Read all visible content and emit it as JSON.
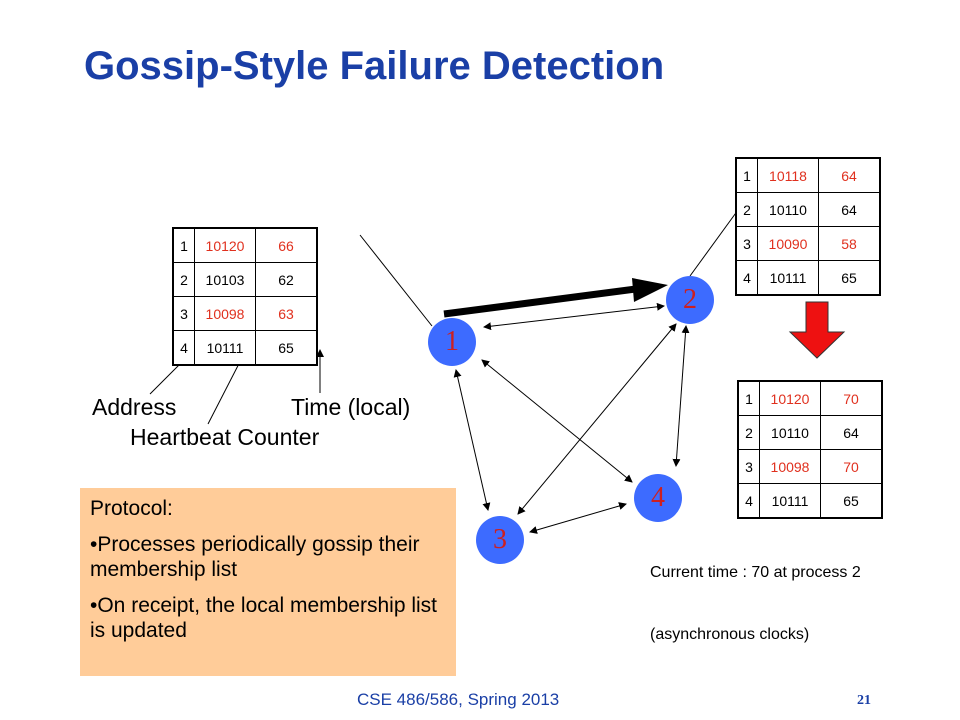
{
  "title": "Gossip-Style Failure Detection",
  "table_left": {
    "rows": [
      {
        "addr": "1",
        "hb": "10120",
        "time": "66",
        "red": true
      },
      {
        "addr": "2",
        "hb": "10103",
        "time": "62",
        "red": false
      },
      {
        "addr": "3",
        "hb": "10098",
        "time": "63",
        "red": true
      },
      {
        "addr": "4",
        "hb": "10111",
        "time": "65",
        "red": false
      }
    ]
  },
  "table_top_right": {
    "rows": [
      {
        "addr": "1",
        "hb": "10118",
        "time": "64",
        "red": true
      },
      {
        "addr": "2",
        "hb": "10110",
        "time": "64",
        "red": false
      },
      {
        "addr": "3",
        "hb": "10090",
        "time": "58",
        "red": true
      },
      {
        "addr": "4",
        "hb": "10111",
        "time": "65",
        "red": false
      }
    ]
  },
  "table_bottom_right": {
    "rows": [
      {
        "addr": "1",
        "hb": "10120",
        "time": "70",
        "red": true
      },
      {
        "addr": "2",
        "hb": "10110",
        "time": "64",
        "red": false
      },
      {
        "addr": "3",
        "hb": "10098",
        "time": "70",
        "red": true
      },
      {
        "addr": "4",
        "hb": "10111",
        "time": "65",
        "red": false
      }
    ]
  },
  "labels": {
    "address": "Address",
    "time_local": "Time (local)",
    "heartbeat_counter": "Heartbeat Counter"
  },
  "protocol": {
    "heading": "Protocol:",
    "bullet1": "•Processes periodically gossip their membership list",
    "bullet2": "•On receipt, the local membership list is updated"
  },
  "nodes": {
    "n1": "1",
    "n2": "2",
    "n3": "3",
    "n4": "4"
  },
  "note": {
    "current_time": "Current time : 70 at process 2",
    "async": "(asynchronous clocks)"
  },
  "footer": "CSE 486/586, Spring 2013",
  "page_number": "21",
  "colors": {
    "title": "#1a3fa6",
    "node_fill": "#3d6bff",
    "node_text": "#cc2020",
    "red_text": "#e0301e",
    "arrow_red": "#ee1111",
    "protocol_bg": "#ffcc99"
  }
}
